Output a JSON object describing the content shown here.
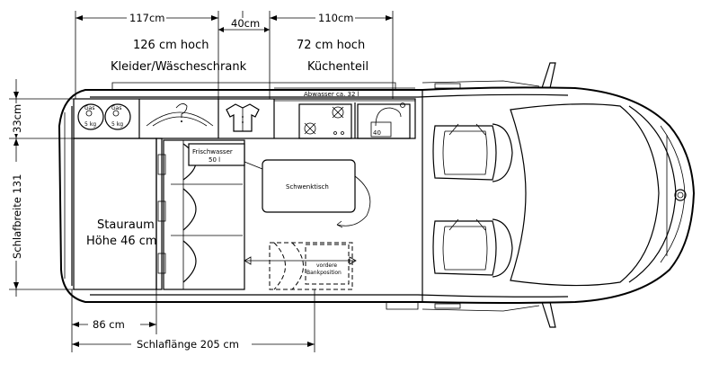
{
  "dimensions": {
    "top_left": "117cm",
    "top_middle": "40cm",
    "top_right": "110cm",
    "left_top": "33cm",
    "left_width": "Schlafbreite 131",
    "bottom_short": "86 cm",
    "bottom_long": "Schlaflänge 205 cm"
  },
  "labels": {
    "wardrobe_size": "126 cm hoch",
    "wardrobe_name": "Kleider/Wäscheschrank",
    "kitchen_size": "72 cm hoch",
    "kitchen_name": "Küchenteil",
    "wastewater": "Abwasser ca. 32 l",
    "freshwater_line1": "Frischwasser",
    "freshwater_line2": "50 l",
    "swivel_table": "Schwenktisch",
    "storage_line1": "Stauraum",
    "storage_line2": "Höhe 46 cm",
    "bench_line1": "vordere",
    "bench_line2": "Bankposition",
    "fridge": "40",
    "gas1_line1": "Gas",
    "gas1_line2": "5 kg",
    "gas2_line1": "Gas",
    "gas2_line2": "5 kg"
  }
}
